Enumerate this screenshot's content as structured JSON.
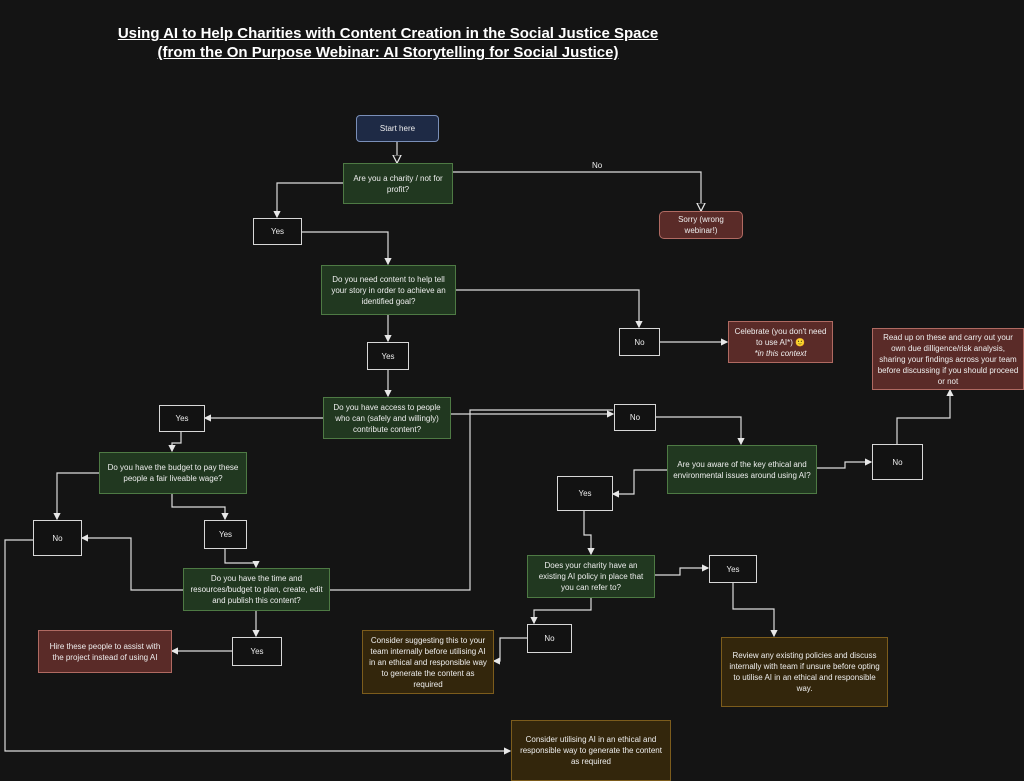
{
  "title": {
    "line1": "Using AI to Help Charities with Content Creation in the Social Justice Space",
    "line2": "(from the On Purpose Webinar: AI Storytelling for Social Justice)"
  },
  "nodes": {
    "start": "Start here",
    "q_charity": "Are you a charity / not for profit?",
    "sorry": "Sorry (wrong webinar!)",
    "yes_charity": "Yes",
    "q_content": "Do you need content to help tell your story in order to achieve an identified goal?",
    "no_content": "No",
    "celebrate": "Celebrate (you don't need to use AI*) 🙂",
    "celebrate_note": "*in this context",
    "yes_content": "Yes",
    "q_access": "Do you have access to people who can (safely and willingly) contribute content?",
    "yes_access": "Yes",
    "no_access": "No",
    "read_up": "Read up on these and carry out your own due dilligence/risk analysis, sharing your findings across your team before discussing if you should proceed or not",
    "q_budget": "Do you have the budget to pay these people a fair liveable wage?",
    "q_aware": "Are you aware of the key ethical and environmental issues around using AI?",
    "no_aware": "No",
    "yes_aware": "Yes",
    "no_budget": "No",
    "yes_budget": "Yes",
    "q_time": "Do you have the time and resources/budget to plan, create, edit and publish this content?",
    "q_policy": "Does your charity have an existing AI policy in place that you can refer to?",
    "yes_policy": "Yes",
    "no_policy": "No",
    "consider_suggest": "Consider suggesting this to your team internally before utilising AI in an ethical and responsible way to generate the content as required",
    "hire": "Hire these people to assist with the project instead of using AI",
    "yes_time": "Yes",
    "review": "Review any existing policies and discuss internally with team if unsure before opting to utilise AI in an ethical and responsible way.",
    "consider_utilise": "Consider utilising AI in an ethical and responsible way to generate the content as required"
  },
  "edge_labels": {
    "charity_no": "No"
  }
}
